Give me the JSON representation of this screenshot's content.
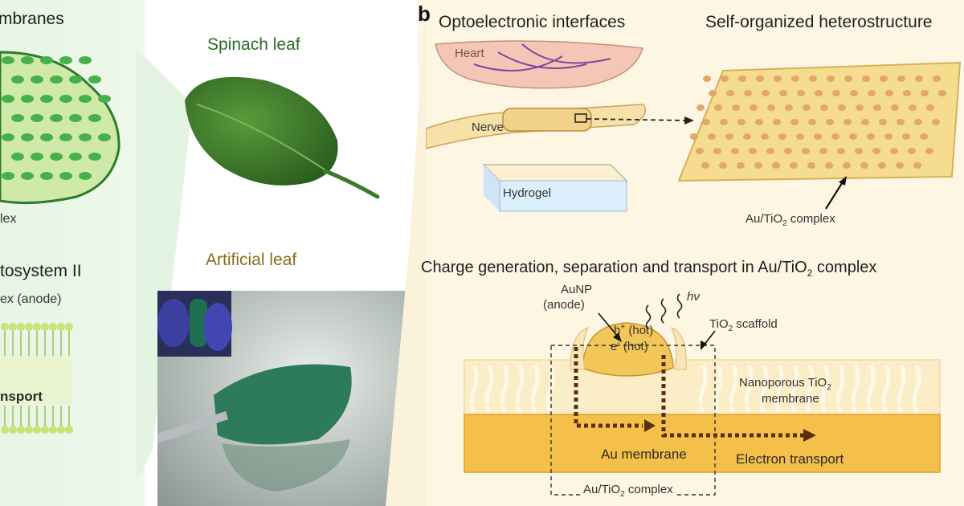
{
  "panel_a": {
    "title_top_left": "mbranes",
    "complex_label_1": "lex",
    "title_photosystem": "tosystem II",
    "complex_anode": "ex (anode)",
    "transport": "nsport",
    "spinach_title": "Spinach leaf",
    "artificial_title": "Artificial leaf"
  },
  "panel_b": {
    "letter": "b",
    "optoelectronic_title": "Optoelectronic interfaces",
    "heart": "Heart",
    "nerve": "Nerve",
    "hydrogel": "Hydrogel",
    "hetero_title": "Self-organized heterostructure",
    "complex_top": {
      "prefix": "Au/TiO",
      "sub": "2",
      "suffix": " complex"
    },
    "charge_title": {
      "prefix": "Charge generation, separation and transport in Au/TiO",
      "sub": "2",
      "suffix": " complex"
    },
    "aunp": "AuNP",
    "anode": "(anode)",
    "hv": "hν",
    "hplus": {
      "base": "h",
      "sup": "+",
      "rest": " (hot)"
    },
    "eminus": {
      "base": "e",
      "sup": "-",
      "rest": " (hot)"
    },
    "scaffold": {
      "prefix": "TiO",
      "sub": "2",
      "suffix": " scaffold"
    },
    "nanoporous_1": "Nanoporous TiO",
    "nanoporous_sub": "2",
    "nanoporous_2": "membrane",
    "au_membrane": "Au membrane",
    "electron_transport": "Electron transport",
    "complex_bottom": {
      "prefix": "Au/TiO",
      "sub": "2",
      "suffix": " complex"
    }
  },
  "colors": {
    "leaf_green": "#3f7d2f",
    "membrane_green": "#cde9a8",
    "gold": "#f2c24f",
    "arrow_brown": "#5a2d12"
  }
}
